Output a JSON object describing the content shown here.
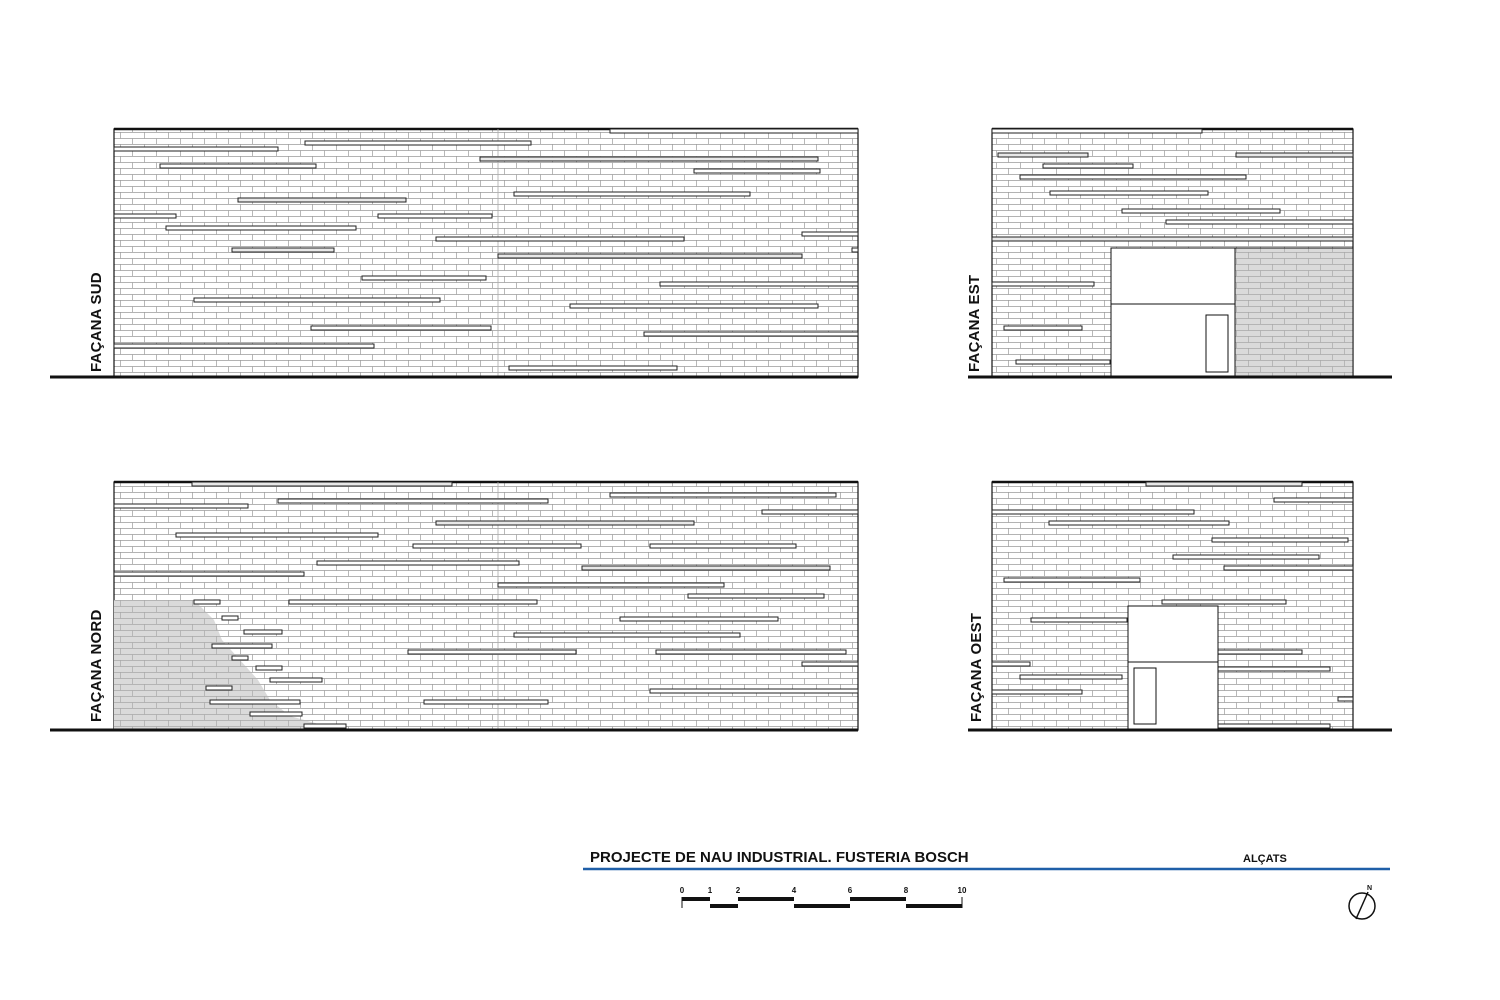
{
  "drawing": {
    "facades": [
      {
        "id": "sud",
        "label": "FAÇANA SUD"
      },
      {
        "id": "est",
        "label": "FAÇANA EST"
      },
      {
        "id": "nord",
        "label": "FAÇANA NORD"
      },
      {
        "id": "oest",
        "label": "FAÇANA OEST"
      }
    ],
    "title_block": {
      "project_title": "PROJECTE DE NAU INDUSTRIAL. FUSTERIA BOSCH",
      "sheet_name": "ALÇATS",
      "accent_color": "#1f5fa8"
    },
    "scale_bar": {
      "ticks": [
        "0",
        "1",
        "2",
        "4",
        "6",
        "8",
        "10"
      ]
    },
    "north_arrow": {
      "letter": "N"
    }
  },
  "colors": {
    "line": "#111111",
    "brick_joint": "#9a9a9a",
    "hatch_fill": "#dadada",
    "opening_fill": "#ffffff"
  }
}
